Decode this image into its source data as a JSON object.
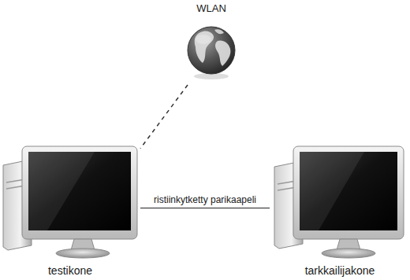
{
  "diagram": {
    "nodes": [
      {
        "text": [
          "WLAN"
        ]
      },
      {
        "text": [
          "testikone"
        ]
      },
      {
        "text": [
          "tarkkailijakone"
        ]
      }
    ],
    "edges": [
      {
        "from": 0,
        "to": 1,
        "arrow": "none"
      },
      {
        "from": 1,
        "to": 2,
        "arrow": "none",
        "label": "ristiinkytketty parikaapeli"
      }
    ]
  }
}
